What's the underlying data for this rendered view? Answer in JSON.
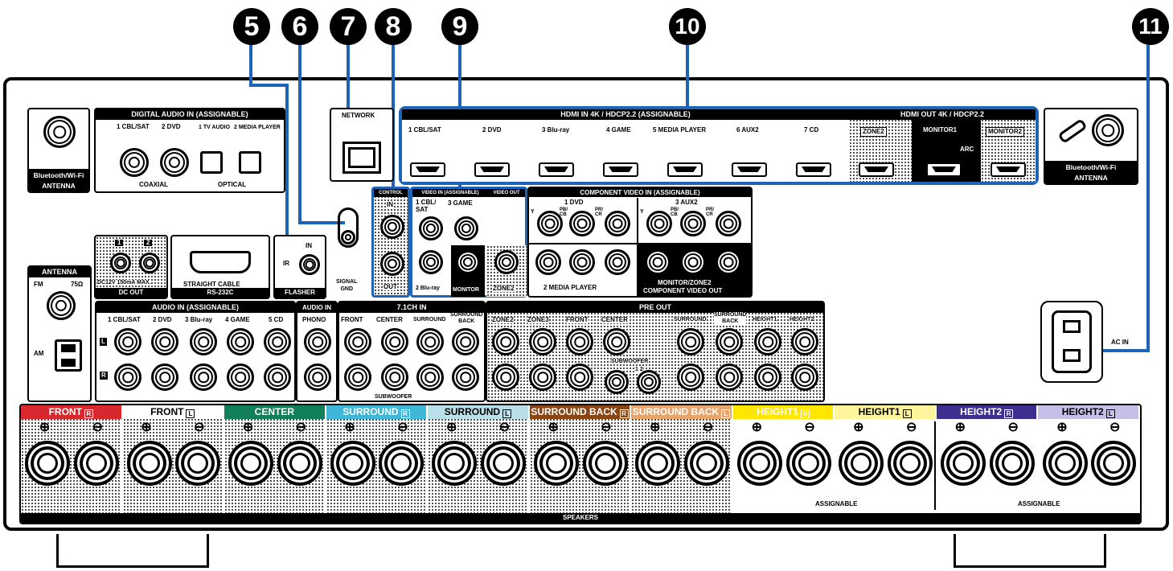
{
  "callouts": [
    "5",
    "6",
    "7",
    "8",
    "9",
    "10",
    "11"
  ],
  "colors": {
    "accent_line": "#1d63b8",
    "front_r": "#d9272e",
    "center": "#11805a",
    "surround": "#3fb7d9",
    "surround_back": "#8b4513",
    "height1": "#ffe600",
    "height2": "#3d2f8f"
  },
  "antenna_left": {
    "label": "Bluetooth/Wi-Fi\nANTENNA"
  },
  "antenna_right": {
    "label": "Bluetooth/Wi-Fi\nANTENNA"
  },
  "digital_audio": {
    "header": "DIGITAL AUDIO IN (ASSIGNABLE)",
    "labels": [
      "1 CBL/SAT",
      "2 DVD",
      "1 TV AUDIO",
      "2 MEDIA PLAYER"
    ],
    "coaxial": "COAXIAL",
    "optical": "OPTICAL"
  },
  "network": {
    "label": "NETWORK"
  },
  "hdmi_in": {
    "header": "HDMI IN   4K / HDCP2.2   (ASSIGNABLE)",
    "ports": [
      "1 CBL/SAT",
      "2 DVD",
      "3 Blu-ray",
      "4 GAME",
      "5 MEDIA PLAYER",
      "6 AUX2",
      "7 CD"
    ]
  },
  "hdmi_out": {
    "header": "HDMI OUT   4K / HDCP2.2",
    "ports": [
      "ZONE2",
      "MONITOR1",
      "MONITOR2"
    ],
    "arc": "ARC"
  },
  "dc_out": {
    "nums": [
      "1",
      "2"
    ],
    "spec": "DC12V 150mA MAX.",
    "label": "DC OUT"
  },
  "rs232c": {
    "cable": "STRAIGHT CABLE",
    "label": "RS-232C"
  },
  "flasher": {
    "in": "IN",
    "ir": "IR",
    "label": "FLASHER"
  },
  "signal_gnd": "SIGNAL\nGND",
  "remote_control": {
    "header": "CONTROL",
    "in": "IN",
    "out": "OUT"
  },
  "video_in": {
    "header": "VIDEO IN (ASSIGNABLE)",
    "labels": [
      "1 CBL/\nSAT",
      "3 GAME",
      "2 Blu-ray",
      "MONITOR",
      "ZONE2"
    ],
    "video_out_header": "VIDEO OUT"
  },
  "component_in": {
    "header": "COMPONENT VIDEO IN (ASSIGNABLE)",
    "groups": [
      "1  DVD",
      "3  AUX2",
      "2  MEDIA PLAYER"
    ],
    "pins": [
      "Y",
      "PB/\nCB",
      "PR/\nCR"
    ]
  },
  "component_out": {
    "label1": "MONITOR/ZONE2",
    "label2": "COMPONENT VIDEO OUT"
  },
  "antenna_radio": {
    "header": "ANTENNA",
    "fm": "FM",
    "ohm": "75Ω",
    "am": "AM"
  },
  "audio_in": {
    "header": "AUDIO IN (ASSIGNABLE)",
    "labels": [
      "1 CBL/SAT",
      "2 DVD",
      "3 Blu-ray",
      "4 GAME",
      "5 CD"
    ],
    "l": "L",
    "r": "R"
  },
  "phono": {
    "header": "AUDIO IN",
    "label": "PHONO"
  },
  "ch71_in": {
    "header": "7.1CH IN",
    "labels": [
      "FRONT",
      "CENTER",
      "SURROUND",
      "SURROUND\nBACK"
    ],
    "sub": "SUBWOOFER"
  },
  "pre_out": {
    "header": "PRE OUT",
    "labels": [
      "ZONE2",
      "ZONE3",
      "FRONT",
      "CENTER",
      "SURROUND",
      "SURROUND\nBACK",
      "HEIGHT1",
      "HEIGHT2"
    ],
    "sub": "SUBWOOFER",
    "sub_nums": "1  2"
  },
  "ac_in": {
    "label": "AC IN"
  },
  "speakers": {
    "groups": [
      {
        "label": "FRONT",
        "side": "R"
      },
      {
        "label": "FRONT",
        "side": "L"
      },
      {
        "label": "CENTER",
        "side": ""
      },
      {
        "label": "SURROUND",
        "side": "R"
      },
      {
        "label": "SURROUND",
        "side": "L"
      },
      {
        "label": "SURROUND BACK",
        "side": "R"
      },
      {
        "label": "SURROUND BACK",
        "side": "L"
      },
      {
        "label": "HEIGHT1",
        "side": "R"
      },
      {
        "label": "HEIGHT1",
        "side": "L"
      },
      {
        "label": "HEIGHT2",
        "side": "R"
      },
      {
        "label": "HEIGHT2",
        "side": "L"
      }
    ],
    "assignable": "ASSIGNABLE",
    "footer": "SPEAKERS",
    "plus": "⊕",
    "minus": "⊖"
  }
}
